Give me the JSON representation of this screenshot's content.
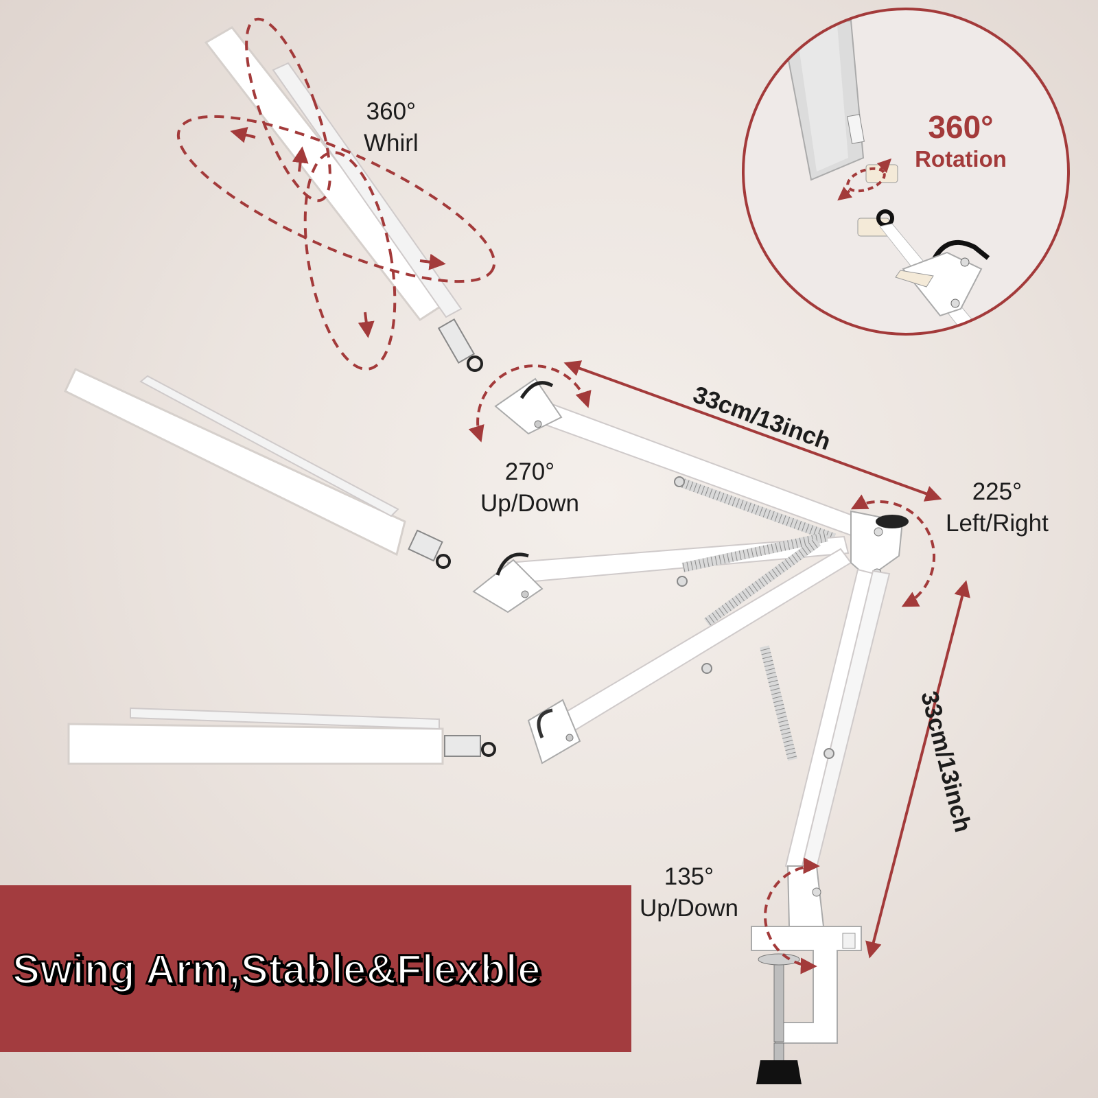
{
  "labels": {
    "whirl": {
      "degrees": "360°",
      "text": "Whirl"
    },
    "updown_head": {
      "degrees": "270°",
      "text": "Up/Down"
    },
    "leftright": {
      "degrees": "225°",
      "text": "Left/Right"
    },
    "updown_base": {
      "degrees": "135°",
      "text": "Up/Down"
    }
  },
  "dimensions": {
    "upper_arm": "33cm/13inch",
    "lower_arm": "33cm/13inch"
  },
  "inset": {
    "degrees": "360°",
    "text": "Rotation"
  },
  "banner": {
    "text": "Swing Arm,Stable&Flexble"
  },
  "colors": {
    "accent": "#a33c3f",
    "arrow": "#a33a3a",
    "lamp": "#ffffff",
    "background": "#ece5e0"
  }
}
